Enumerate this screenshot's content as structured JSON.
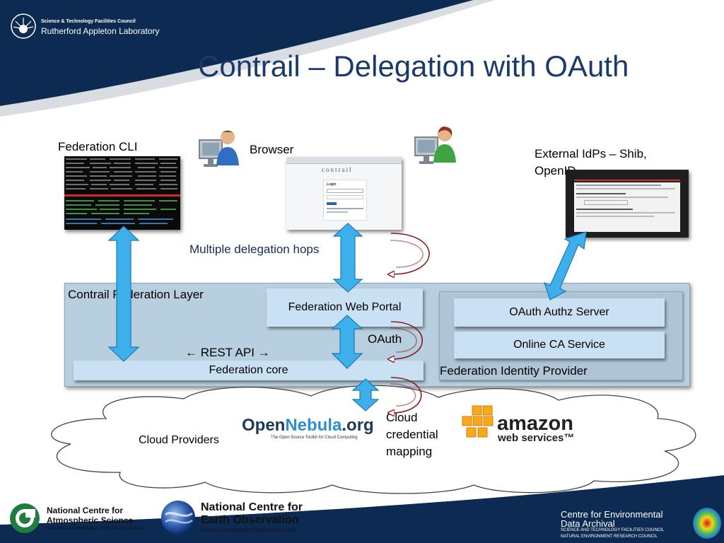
{
  "header": {
    "org_small": "Science & Technology Facilities Council",
    "org_name": "Rutherford Appleton Laboratory"
  },
  "title": "Contrail – Delegation with OAuth",
  "labels": {
    "federation_cli": "Federation CLI",
    "browser": "Browser",
    "external_idps_line1": "External IdPs – Shib,",
    "external_idps_line2": "OpenID",
    "multiple_delegation_hops": "Multiple delegation hops",
    "oauth": "OAuth",
    "rest_api": "← REST API →",
    "federation_identity_provider": "Federation Identity Provider",
    "cloud_credential_line1": "Cloud",
    "cloud_credential_line2": "credential",
    "cloud_credential_line3": "mapping",
    "cloud_providers": "Cloud Providers"
  },
  "federation_layer": {
    "title": "Contrail Federation Layer",
    "web_portal": "Federation Web Portal",
    "core": "Federation core"
  },
  "identity_provider": {
    "oauth_server": "OAuth Authz Server",
    "online_ca": "Online CA Service"
  },
  "providers": {
    "opennebula_open": "Open",
    "opennebula_nebula": "Nebula",
    "opennebula_org": ".org",
    "opennebula_tagline": "The Open Source Toolkit for Cloud Computing",
    "amazon_name": "amazon",
    "amazon_sub": "web services™"
  },
  "portal_screenshot": {
    "brand": "contrail",
    "heading": "Login"
  },
  "footer": {
    "ncas_line1": "National Centre for",
    "ncas_line2": "Atmospheric Science",
    "ncas_line3": "NATURAL ENVIRONMENT RESEARCH COUNCIL",
    "nceo_line1": "National Centre for",
    "nceo_line2": "Earth Observation",
    "nceo_line3": "NATURAL ENVIRONMENT RESEARCH COUNCIL",
    "ceda_line1": "Centre for Environmental",
    "ceda_line2": "Data Archival",
    "ceda_line3": "SCIENCE AND TECHNOLOGY FACILITIES COUNCIL",
    "ceda_line4": "NATURAL ENVIRONMENT RESEARCH COUNCIL"
  },
  "colors": {
    "navy": "#0d2b52",
    "title": "#1a3a6b",
    "panel": "#b8cfdf",
    "box": "#c9e1f3",
    "arrow": "#29a8e8",
    "curved_arrow": "#8b1a1a"
  }
}
